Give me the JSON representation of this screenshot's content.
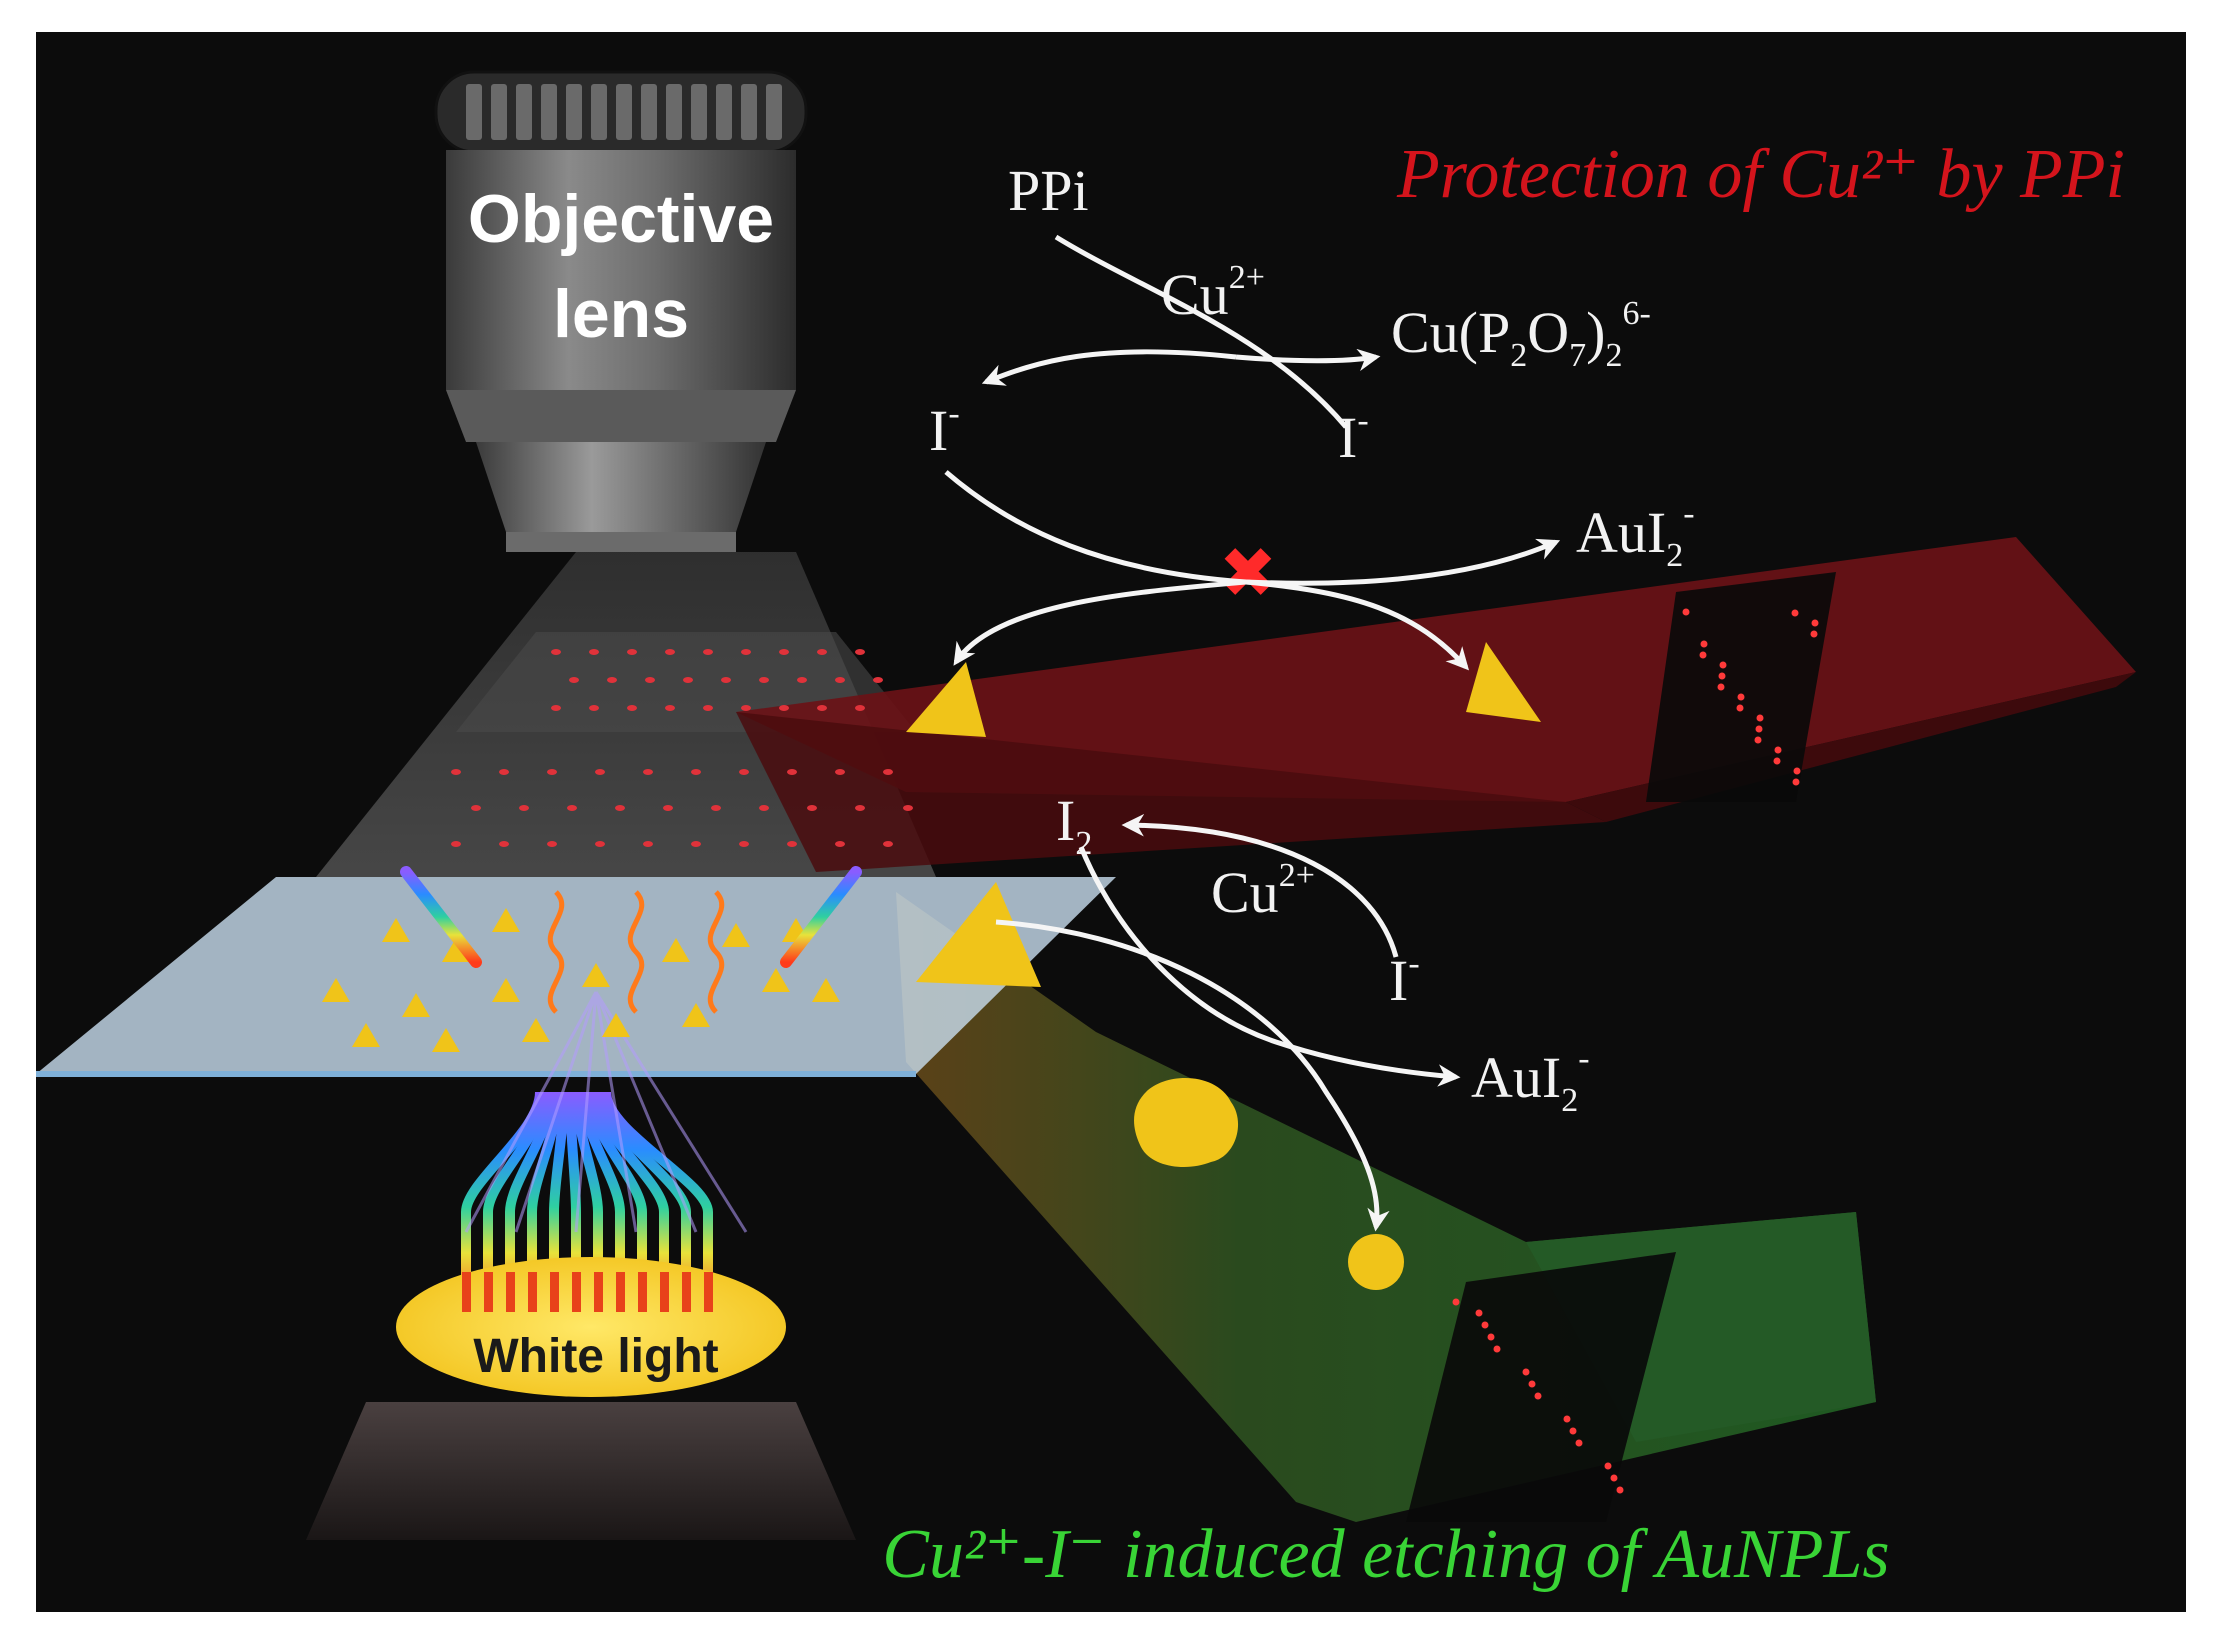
{
  "labels": {
    "objective_line1": "Objective",
    "objective_line2": "lens",
    "white_light": "White light",
    "title_top": "Protection of Cu²⁺ by PPi",
    "title_bottom": "Cu²⁺-I⁻ induced etching of AuNPLs"
  },
  "top_reaction": {
    "ppi": "PPi",
    "cu_base": "Cu",
    "cu_sup": "2+",
    "complex_base": "Cu(P",
    "complex_sub2": "2",
    "complex_o": "O",
    "complex_sub7": "7",
    "complex_close": ")",
    "complex_sub2b": "2",
    "complex_sup": "6-",
    "iodide_left_base": "I",
    "iodide_left_sup": "-",
    "iodide_right_base": "I",
    "iodide_right_sup": "-",
    "aui2_base": "AuI",
    "aui2_sub": "2",
    "aui2_sup": "-",
    "blocked_mark": "✖"
  },
  "bottom_reaction": {
    "i2_base": "I",
    "i2_sub": "2",
    "cu_base": "Cu",
    "cu_sup": "2+",
    "iodide_base": "I",
    "iodide_sup": "-",
    "aui2_base": "AuI",
    "aui2_sub": "2",
    "aui2_sup": "-"
  },
  "colors": {
    "background": "#0c0c0c",
    "title_top": "#d4141c",
    "title_bottom": "#39d436",
    "gold": "#f0c419",
    "red_panel": "#6b1216",
    "green_panel": "#1d4a1f",
    "slide": "#c9dff0",
    "arrow": "#f5f5f5"
  }
}
